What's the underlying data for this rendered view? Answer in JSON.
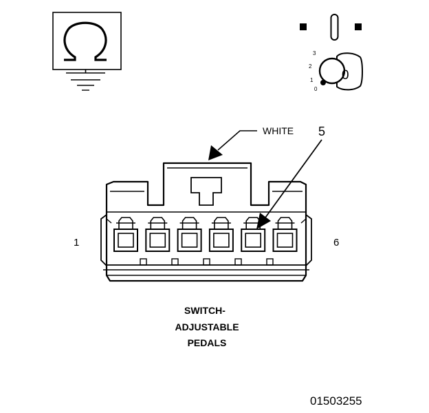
{
  "symbols": {
    "ohmmeter_icon": "ohmmeter-with-ground-icon",
    "ignition_icon": "ignition-key-off-icon",
    "ignition_positions": [
      "3",
      "2",
      "1",
      "0"
    ],
    "key_label": "0"
  },
  "connector": {
    "wire_color_label": "WHITE",
    "pin_callout": "5",
    "pin_first_label": "1",
    "pin_last_label": "6",
    "pin_count": 6,
    "highlighted_pin": 5,
    "caption_lines": [
      "SWITCH-",
      "ADJUSTABLE",
      "PEDALS"
    ]
  },
  "figure_id": "01503255"
}
